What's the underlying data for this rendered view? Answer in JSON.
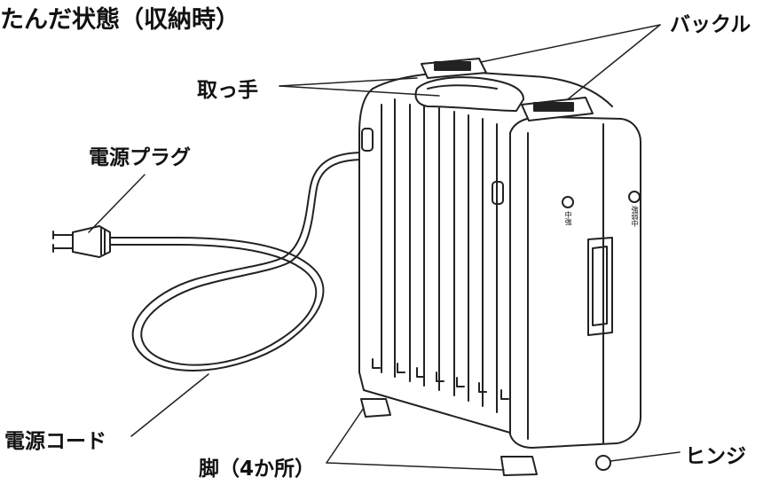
{
  "title": "たんだ状態（収納時）",
  "labels": {
    "buckle": "バックル",
    "handle": "取っ手",
    "plug": "電源プラグ",
    "cord": "電源コード",
    "feet": "脚（4か所）",
    "hinge": "ヒンジ"
  },
  "panel_marks": {
    "left": "中強",
    "right": "強弱中"
  }
}
